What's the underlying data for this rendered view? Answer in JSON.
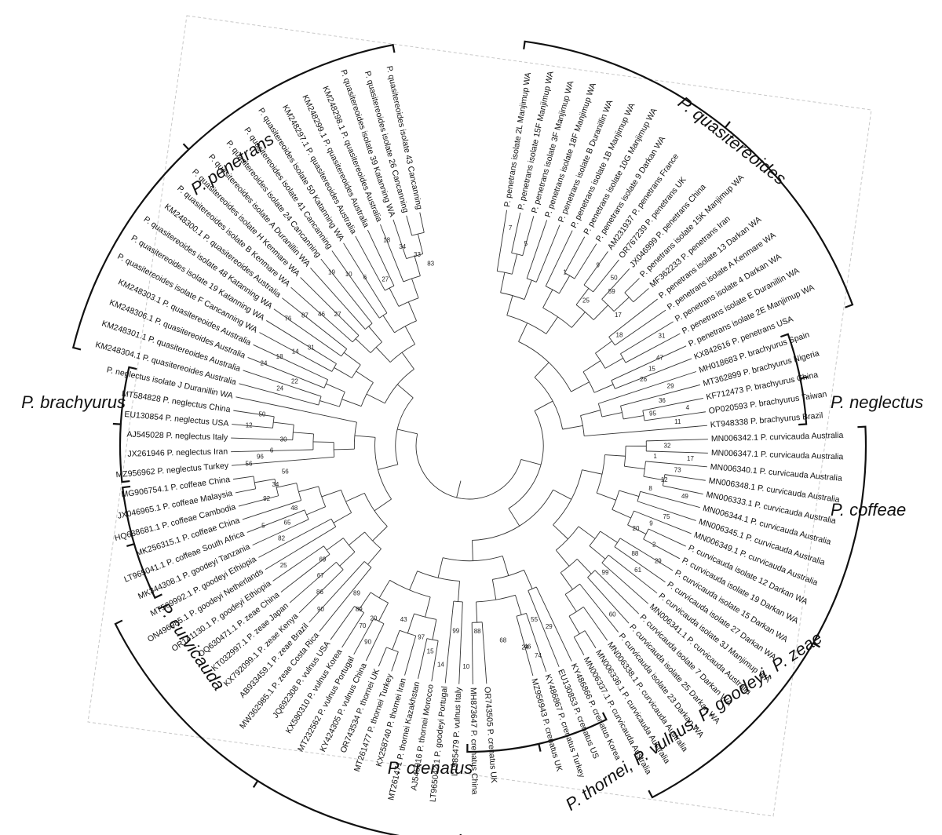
{
  "figure": {
    "tips": [
      "P. penetrans isolate 2L Manjimup WA",
      "P. penetrans isolate 15F Manjimup WA",
      "P. penetrans isolate 3F Manjimup WA",
      "P. penetrans isolate 18F Manjimup WA",
      "P. penetrans isolate B Duranillin WA",
      "P. penetrans isolate 1B Manjimup WA",
      "P. penetrans isolate 10G Manjimup WA",
      "P. penetrans isolate 9 Darkan WA",
      "AM231937 P. penetrans France",
      "OR767239 P. penetrans UK",
      "JX046999 P. penetrans China",
      "P. penetrans isolate 15K Manjimup WA",
      "MF362233 P. penetrans Iran",
      "P. penetrans isolate 13 Darkan WA",
      "P. penetrans isolate A Kenmare WA",
      "P. penetrans isolate 4 Darkan WA",
      "P. penetrans isolate E Duranillin WA",
      "P. penetrans isolate 2E Manjimup WA",
      "KX842616 P. penetrans USA",
      "MH018683 P. brachyurus Spain",
      "MT362899 P. brachyurus Nigeria",
      "KF712473 P. brachyurus China",
      "OP020593 P. brachyurus Taiwan",
      "KT948338 P. brachyurus Brazil",
      "MN006342.1 P. curvicauda Australia",
      "MN006347.1 P. curvicauda Australia",
      "MN006340.1 P. curvicauda Australia",
      "MN006348.1 P. curvicauda Australia",
      "MN006333.1 P. curvicauda Australia",
      "MN006344.1 P. curvicauda Australia",
      "MN006345.1 P. curvicauda Australia",
      "MN006349.1 P. curvicauda Australia",
      "P. curvicauda isolate 12 Darkan WA",
      "P. curvicauda isolate 19 Darkan WA",
      "P. curvicauda isolate 15 Darkan WA",
      "P. curvicauda isolate 27 Darkan WA",
      "P. curvicauda isolate 3J Manjimup WA",
      "MN006341.1 P. curvicauda Australia",
      "P. curvicauda isolate 7 Darkan WA",
      "P. curvicauda isolate 25 Darkan WA",
      "P. curvicauda isolate 23 Darkan WA",
      "MN006338.1 P. curvicauda Australia",
      "MN006336.1 P. curvicauda Australia",
      "MN006337.1 P. curvicauda Australia",
      "KY486866 P. crenatus Korea",
      "EU130853 P. crenatus US",
      "KY486867 P. crenatus Turkey",
      "MZ956943 P. crenatus UK",
      "OR743505 P. crenatus UK",
      "MH873647 P. crenatus China",
      "LT985479 P. vulnus Italy",
      "LT965042.1 P. goodeyi Portugal",
      "AJ545016 P. thornei Morocco",
      "MT261471 P. thornei Kazakhstan",
      "KX258740 P. thornei Iran",
      "MT261477 P. thornei Turkey",
      "OR743534 P. thornei UK",
      "KY424305 P. vulnus China",
      "MT232562 P. vulnus Portugal",
      "KX580310 P. vulnus Korea",
      "JQ692308 P. vulnus USA",
      "MW362985.1 P. zeae Costa Rica",
      "AB933459.1 P. zeae Brazil",
      "KX792099.1 P. zeae Kenya",
      "KT032997.1 P. zeae Japan",
      "OQ630471.1 P. zeae China",
      "OR141130.1 P. goodeyi Ethiopia",
      "ON496985.1 P. goodeyi Netherlands",
      "MT569992.1 P. goodeyi Ethiopia",
      "MK344308.1 P. goodeyi Tanzania",
      "LT965041.1 P. coffeae South Africa",
      "MK256315.1 P. coffeae China",
      "HQ688681.1 P. coffeae Cambodia",
      "JX046965.1 P. coffeae Malaysia",
      "MG906754.1 P. coffeae China",
      "MZ956962 P. neglectus Turkey",
      "JX261946 P. neglectus Iran",
      "AJ545028 P. neglectus Italy",
      "EU130854 P. neglectus USA",
      "MT584828 P. neglectus China",
      "P. neglectus isolate J Duranillin WA",
      "KM248304.1 P. quasitereoides Australia",
      "KM248301.1 P. quasitereoides Australia",
      "KM248306.1 P. quasitereoides Australia",
      "KM248303.1 P. quasitereoides Australia",
      "P. quasitereoides isolate F Cancanning WA",
      "P. quasitereoides isolate 19 Katanning WA",
      "P. quasitereoides isolate 48 Katanning WA",
      "KM248300.1 P. quasitereoides Australia",
      "P. quasitereoides isolate B Kenmare WA",
      "P. quasitereoides isolate H Kenmare WA",
      "P. quasitereoides isolate A Duranillin WA",
      "P. quasitereoides isolate 24 Cancanning",
      "P. quasitereoides isolate 41 Cancanning",
      "P. quasitereoides isolate 50 Katanning WA",
      "KM248297.1 P. quasitereoides Australia",
      "KM248299.1 P. quasitereoides Australia",
      "KM248298.1 P. quasitereoides Australia",
      "P. quasitereoides isolate 39 Katanning WA",
      "P. quasitereoides isolate 26 Cancanning",
      "P. quasitereoides isolate 43 Cancanning"
    ],
    "clades": [
      "P. penetrans",
      "P. quasitereoides",
      "P. brachyurus",
      "P. neglectus",
      "P. coffeae",
      "P. curvicauda",
      "P. crenatus",
      "P. thornei, P. vulnus, P. goodeyi, P. zeae"
    ],
    "support_values": [
      {
        "value": "7",
        "tip": 0.5
      },
      {
        "value": "5",
        "tip": 2
      },
      {
        "value": "1",
        "tip": 6
      },
      {
        "value": "25",
        "tip": 9
      },
      {
        "value": "50",
        "tip": 9.6
      },
      {
        "value": "59",
        "tip": 10.2
      },
      {
        "value": "17",
        "tip": 12
      },
      {
        "value": "18",
        "tip": 13.5
      },
      {
        "value": "31",
        "tip": 15.5
      },
      {
        "value": "47",
        "tip": 17
      },
      {
        "value": "15",
        "tip": 17.6
      },
      {
        "value": "26",
        "tip": 18.2
      },
      {
        "value": "9",
        "tip": 8
      },
      {
        "value": "29",
        "tip": 19.5
      },
      {
        "value": "36",
        "tip": 20.5
      },
      {
        "value": "95",
        "tip": 21.5
      },
      {
        "value": "4",
        "tip": 21.5
      },
      {
        "value": "11",
        "tip": 22.5
      },
      {
        "value": "32",
        "tip": 24.5
      },
      {
        "value": "1",
        "tip": 25.5
      },
      {
        "value": "17",
        "tip": 25.5
      },
      {
        "value": "73",
        "tip": 26.5
      },
      {
        "value": "12",
        "tip": 27.5
      },
      {
        "value": "8",
        "tip": 28.5
      },
      {
        "value": "49",
        "tip": 28.5
      },
      {
        "value": "75",
        "tip": 30.5
      },
      {
        "value": "9",
        "tip": 31.5
      },
      {
        "value": "20",
        "tip": 32.5
      },
      {
        "value": "29",
        "tip": 34
      },
      {
        "value": "61",
        "tip": 35.5
      },
      {
        "value": "88",
        "tip": 34.5
      },
      {
        "value": "99",
        "tip": 37.5
      },
      {
        "value": "60",
        "tip": 39.5
      },
      {
        "value": "2",
        "tip": 33
      },
      {
        "value": "29",
        "tip": 44.5
      },
      {
        "value": "55",
        "tip": 45.5
      },
      {
        "value": "74",
        "tip": 46.2
      },
      {
        "value": "46",
        "tip": 46.8
      },
      {
        "value": "68",
        "tip": 47.5
      },
      {
        "value": "88",
        "tip": 48.5
      },
      {
        "value": "10",
        "tip": 49.5
      },
      {
        "value": "24",
        "tip": 47
      },
      {
        "value": "20",
        "tip": 58
      },
      {
        "value": "99",
        "tip": 50.5
      },
      {
        "value": "14",
        "tip": 51.5
      },
      {
        "value": "15",
        "tip": 52.5
      },
      {
        "value": "97",
        "tip": 53.5
      },
      {
        "value": "43",
        "tip": 55.5
      },
      {
        "value": "90",
        "tip": 57.5
      },
      {
        "value": "70",
        "tip": 58.5
      },
      {
        "value": "89",
        "tip": 59.5
      },
      {
        "value": "89",
        "tip": 60.5
      },
      {
        "value": "90",
        "tip": 62
      },
      {
        "value": "86",
        "tip": 63
      },
      {
        "value": "67",
        "tip": 64
      },
      {
        "value": "69",
        "tip": 65
      },
      {
        "value": "25",
        "tip": 66.5
      },
      {
        "value": "82",
        "tip": 68.5
      },
      {
        "value": "65",
        "tip": 69.5
      },
      {
        "value": "48",
        "tip": 70.5
      },
      {
        "value": "5",
        "tip": 70
      },
      {
        "value": "92",
        "tip": 72
      },
      {
        "value": "34",
        "tip": 73
      },
      {
        "value": "56",
        "tip": 74
      },
      {
        "value": "56",
        "tip": 75
      },
      {
        "value": "96",
        "tip": 75.5
      },
      {
        "value": "6",
        "tip": 76
      },
      {
        "value": "30",
        "tip": 77
      },
      {
        "value": "12",
        "tip": 78
      },
      {
        "value": "50",
        "tip": 79
      },
      {
        "value": "24",
        "tip": 81.5
      },
      {
        "value": "22",
        "tip": 82.5
      },
      {
        "value": "24",
        "tip": 83
      },
      {
        "value": "18",
        "tip": 84
      },
      {
        "value": "14",
        "tip": 85
      },
      {
        "value": "31",
        "tip": 86
      },
      {
        "value": "76",
        "tip": 87
      },
      {
        "value": "87",
        "tip": 88
      },
      {
        "value": "46",
        "tip": 89
      },
      {
        "value": "27",
        "tip": 90
      },
      {
        "value": "19",
        "tip": 92
      },
      {
        "value": "10",
        "tip": 93
      },
      {
        "value": "6",
        "tip": 94
      },
      {
        "value": "27",
        "tip": 95.5
      },
      {
        "value": "18",
        "tip": 97
      },
      {
        "value": "34",
        "tip": 98
      },
      {
        "value": "33",
        "tip": 99
      },
      {
        "value": "83",
        "tip": 100
      }
    ]
  }
}
